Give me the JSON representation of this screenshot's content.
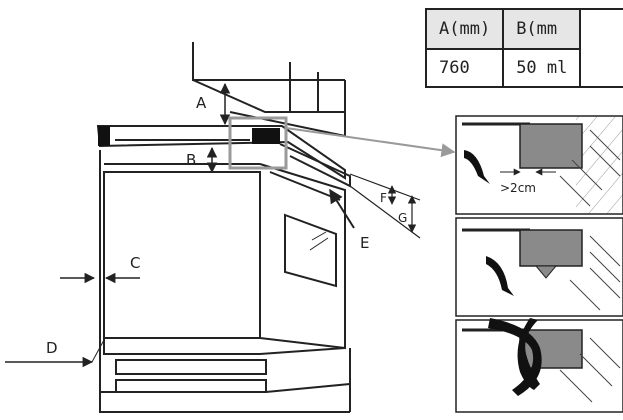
{
  "labels": {
    "a": "A",
    "b": "B",
    "c": "C",
    "d": "D",
    "e": "E",
    "f": "F",
    "g": "G",
    "gap": ">2cm"
  },
  "table": {
    "headers": [
      "A(mm)",
      "B(mm"
    ],
    "values": [
      "760",
      "50 ml"
    ]
  },
  "colors": {
    "line": "#222222",
    "highlight_box": "#9a9a9a",
    "unit_grey": "#8a8a8a",
    "table_header": "#e6e6e6"
  }
}
